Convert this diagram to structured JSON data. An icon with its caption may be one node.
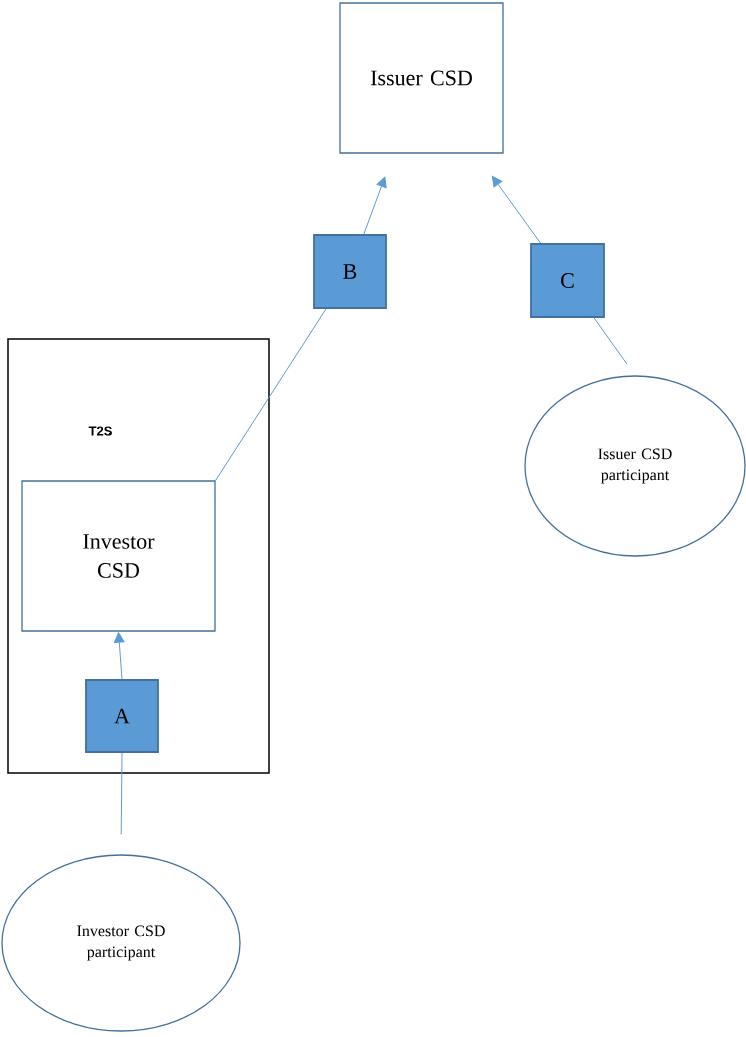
{
  "diagram": {
    "nodes": [
      {
        "text": [
          "Issuer CSD"
        ]
      },
      {
        "text": [
          "B"
        ]
      },
      {
        "text": [
          "C"
        ]
      },
      {
        "text": [
          "T2S"
        ]
      },
      {
        "text": [
          "Investor CSD"
        ],
        "in": 3
      },
      {
        "text": [
          "A"
        ],
        "in": 3
      },
      {
        "text": [
          "Issuer CSD participant"
        ]
      },
      {
        "text": [
          "Investor CSD participant"
        ]
      }
    ],
    "edges": [
      {
        "from": 7,
        "to": 5,
        "arrow": "none"
      },
      {
        "from": 5,
        "to": 4,
        "arrow": "to"
      },
      {
        "from": 4,
        "to": 1,
        "arrow": "none"
      },
      {
        "from": 1,
        "to": 0,
        "arrow": "to"
      },
      {
        "from": 6,
        "to": 2,
        "arrow": "none"
      },
      {
        "from": 2,
        "to": 0,
        "arrow": "to"
      }
    ]
  }
}
